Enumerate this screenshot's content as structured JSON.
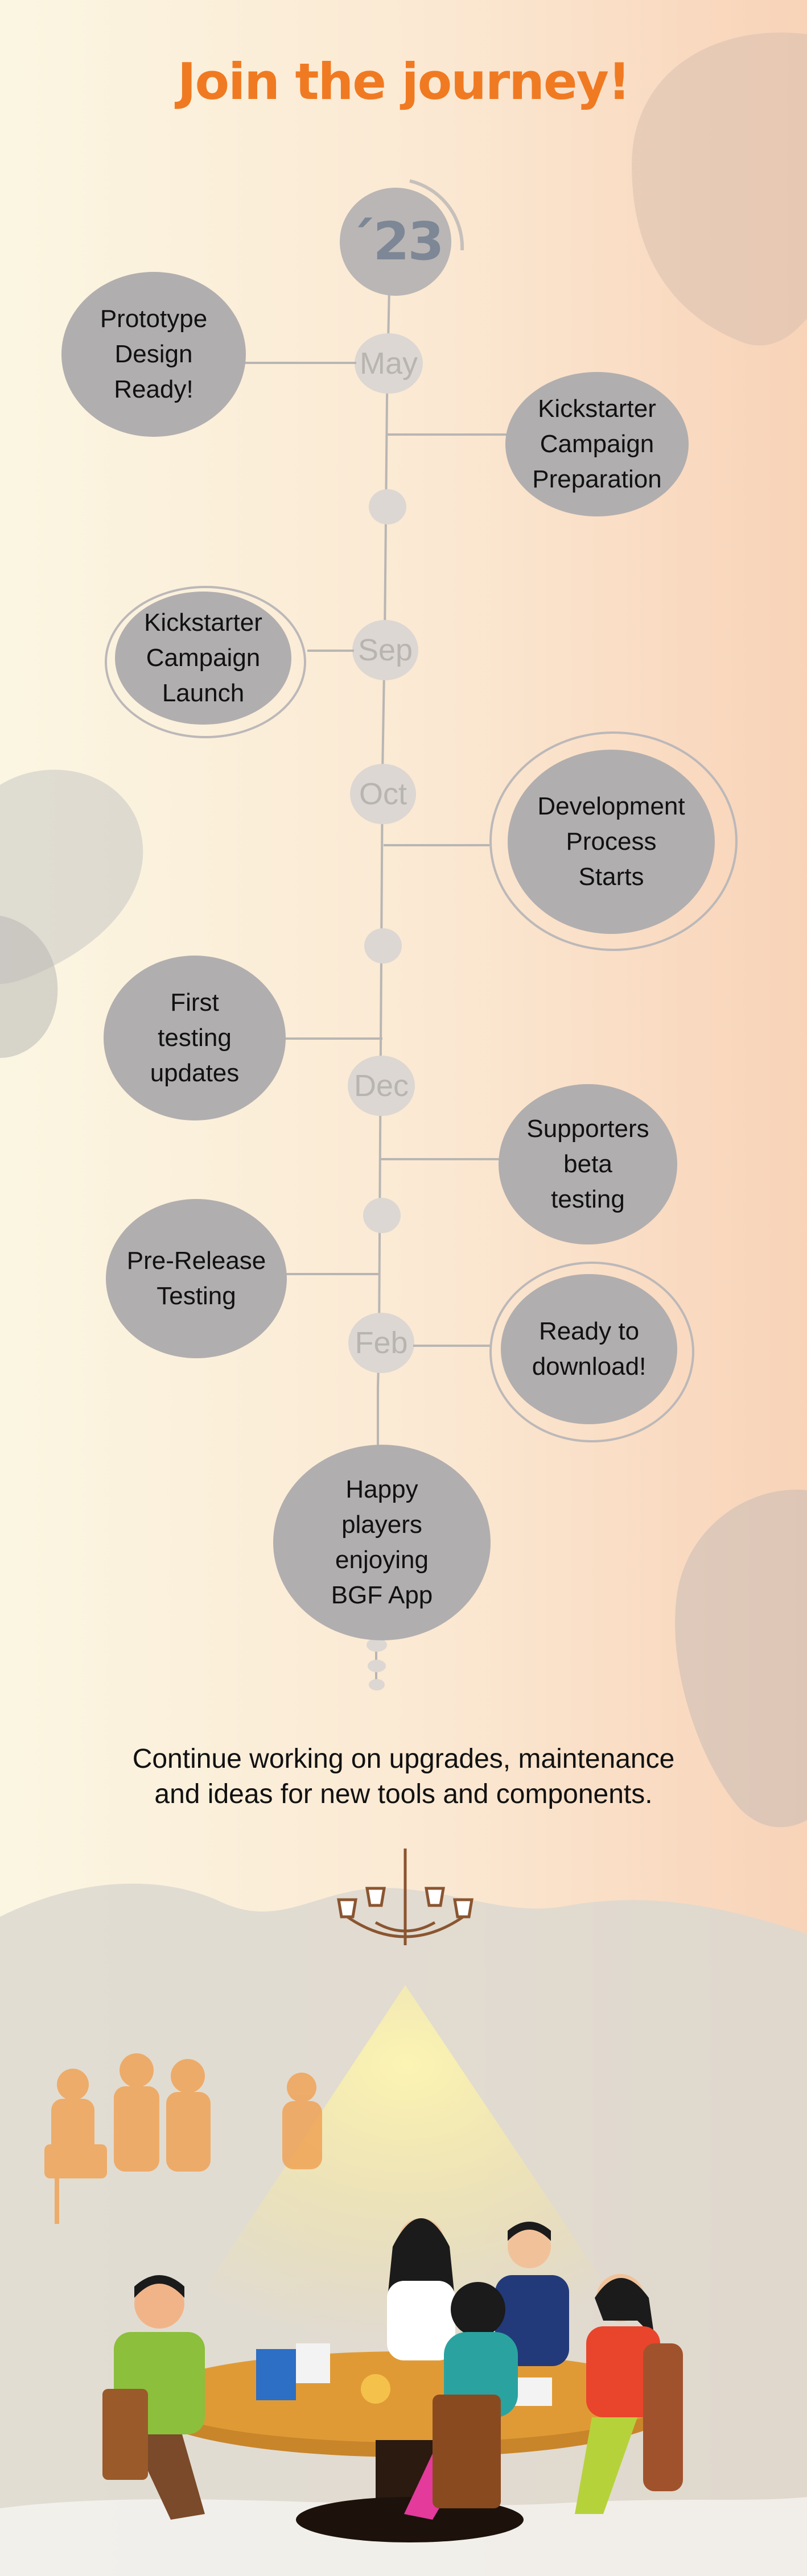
{
  "header": {
    "title": "Join the journey!"
  },
  "timeline": {
    "year": "´23",
    "months": [
      "May",
      "Sep",
      "Oct",
      "Dec",
      "Feb"
    ],
    "milestones": [
      "Prototype\nDesign\nReady!",
      "Kickstarter\nCampaign\nPreparation",
      "Kickstarter\nCampaign\nLaunch",
      "Development\nProcess\nStarts",
      "First\ntesting\nupdates",
      "Supporters\nbeta\ntesting",
      "Pre-Release\nTesting",
      "Ready to\ndownload!",
      "Happy\nplayers\nenjoying\nBGF App"
    ]
  },
  "footer": {
    "text": "Continue working on upgrades, maintenance\nand ideas for new tools and components."
  },
  "colors": {
    "title": "#f07a22",
    "year": "#7d8796",
    "month_text": "#b8b4b0",
    "bubble": "#b1aeaf",
    "line": "#b8b6b4"
  },
  "illustration": {
    "subject": "friends-playing-board-game-at-table"
  }
}
